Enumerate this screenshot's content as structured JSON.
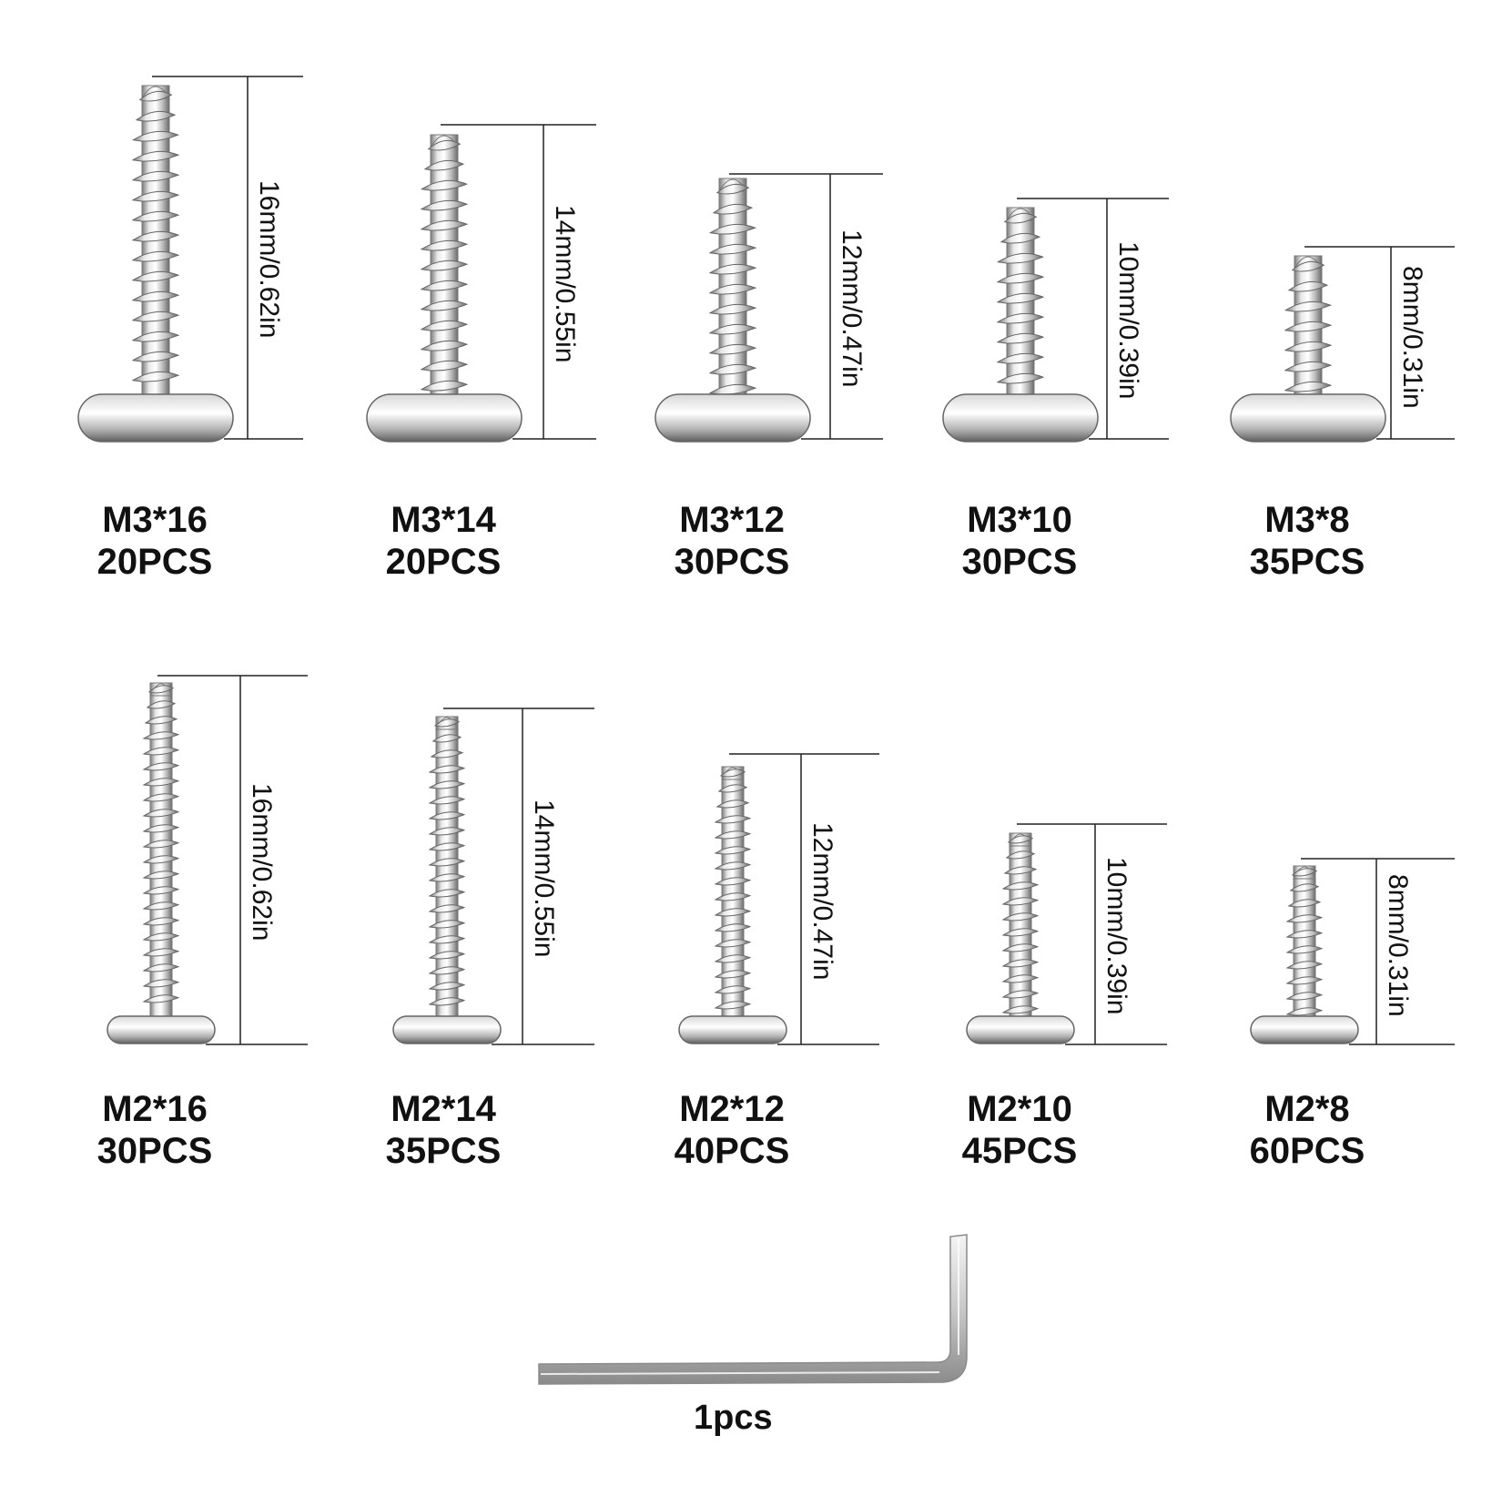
{
  "colors": {
    "metal_light": "#f2f2f2",
    "metal_mid": "#b8b8b8",
    "metal_dark": "#6e6e6e",
    "line": "#222222",
    "text": "#111111"
  },
  "screws": [
    {
      "size": "M3*16",
      "qty": "20PCS",
      "dimension": "16mm/0.62in"
    },
    {
      "size": "M3*14",
      "qty": "20PCS",
      "dimension": "14mm/0.55in"
    },
    {
      "size": "M3*12",
      "qty": "30PCS",
      "dimension": "12mm/0.47in"
    },
    {
      "size": "M3*10",
      "qty": "30PCS",
      "dimension": "10mm/0.39in"
    },
    {
      "size": "M3*8",
      "qty": "35PCS",
      "dimension": "8mm/0.31in"
    },
    {
      "size": "M2*16",
      "qty": "30PCS",
      "dimension": "16mm/0.62in"
    },
    {
      "size": "M2*14",
      "qty": "35PCS",
      "dimension": "14mm/0.55in"
    },
    {
      "size": "M2*12",
      "qty": "40PCS",
      "dimension": "12mm/0.47in"
    },
    {
      "size": "M2*10",
      "qty": "45PCS",
      "dimension": "10mm/0.39in"
    },
    {
      "size": "M2*8",
      "qty": "60PCS",
      "dimension": "8mm/0.31in"
    }
  ],
  "wrench": {
    "qty": "1pcs"
  }
}
